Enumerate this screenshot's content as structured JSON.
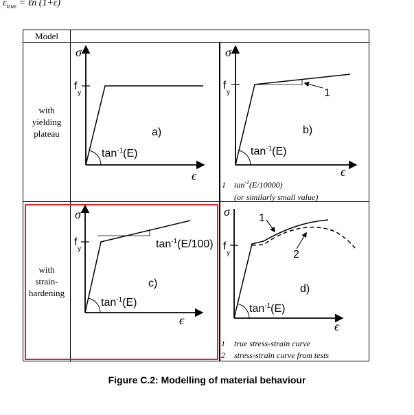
{
  "formula": {
    "lhs": "ε",
    "lhs_sub": "true",
    "rhs": "= ℓn (1+ε)"
  },
  "table": {
    "header_model": "Model",
    "row1_label": [
      "with",
      "yielding",
      "plateau"
    ],
    "row2_label": [
      "with",
      "strain-",
      "hardening"
    ]
  },
  "panels": {
    "a": {
      "tag": "a)",
      "sigma": "σ",
      "fy": "f",
      "fy_sub": "y",
      "angle_base": "tan",
      "angle_exp": "-1",
      "angle_arg": "(E)",
      "eps": "ϵ"
    },
    "b": {
      "tag": "b)",
      "sigma": "σ",
      "fy": "f",
      "fy_sub": "y",
      "angle_base": "tan",
      "angle_exp": "-1",
      "angle_arg": "(E)",
      "eps": "ϵ",
      "marker": "1",
      "note_num": "1",
      "note_line1_base": "tan",
      "note_line1_exp": "-1",
      "note_line1_arg": "(E/10000)",
      "note_line2": "(or similarly small value)"
    },
    "c": {
      "tag": "c)",
      "sigma": "σ",
      "fy": "f",
      "fy_sub": "y",
      "angle_base": "tan",
      "angle_exp": "-1",
      "angle_arg": "(E)",
      "eps": "ϵ",
      "hard_base": "tan",
      "hard_exp": "-1",
      "hard_arg": "(E/100)"
    },
    "d": {
      "tag": "d)",
      "sigma": "σ",
      "fy": "f",
      "fy_sub": "y",
      "angle_base": "tan",
      "angle_exp": "-1",
      "angle_arg": "(E)",
      "eps": "ϵ",
      "marker1": "1",
      "marker2": "2",
      "note1_num": "1",
      "note1_text": "true stress-strain curve",
      "note2_num": "2",
      "note2_text": "stress-strain curve from tests"
    }
  },
  "caption": "Figure C.2:  Modelling of material behaviour",
  "colors": {
    "highlight": "#d9262b",
    "ink": "#000000"
  }
}
